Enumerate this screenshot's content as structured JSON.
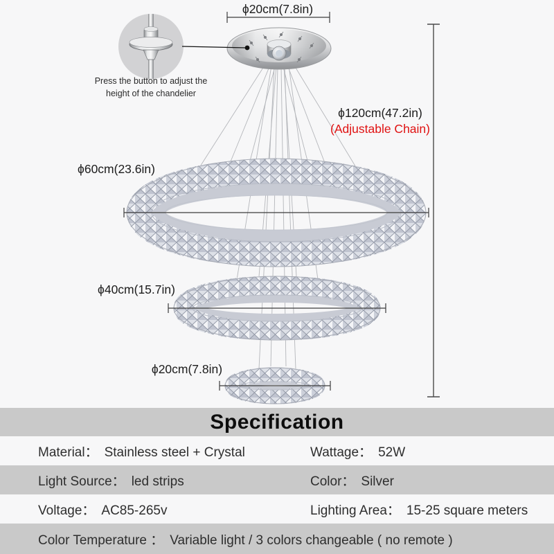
{
  "diagram": {
    "canopy_dim": "ϕ20cm(7.8in)",
    "height_dim": "ϕ120cm(47.2in)",
    "height_note": "(Adjustable Chain)",
    "ring_large_dim": "ϕ60cm(23.6in)",
    "ring_medium_dim": "ϕ40cm(15.7in)",
    "ring_small_dim": "ϕ20cm(7.8in)",
    "inset_caption_line1": "Press the button to adjust the",
    "inset_caption_line2": "height of the chandelier",
    "note_color": "#e01212"
  },
  "colors": {
    "accent_red": "#e01212",
    "band_gray": "#c9c9c9"
  },
  "spec": {
    "title": "Specification",
    "rows": [
      {
        "cells": [
          {
            "label": "Material：",
            "value": "Stainless steel + Crystal"
          },
          {
            "label": "Wattage：",
            "value": "52W"
          }
        ]
      },
      {
        "cells": [
          {
            "label": "Light Source：",
            "value": "led strips"
          },
          {
            "label": "Color：",
            "value": "Silver"
          }
        ]
      },
      {
        "cells": [
          {
            "label": "Voltage：",
            "value": "AC85-265v"
          },
          {
            "label": "Lighting Area：",
            "value": "15-25 square meters"
          }
        ]
      },
      {
        "cells": [
          {
            "label": "Color Temperature ：",
            "value": "Variable light  / 3 colors changeable ( no remote )"
          }
        ]
      }
    ]
  }
}
